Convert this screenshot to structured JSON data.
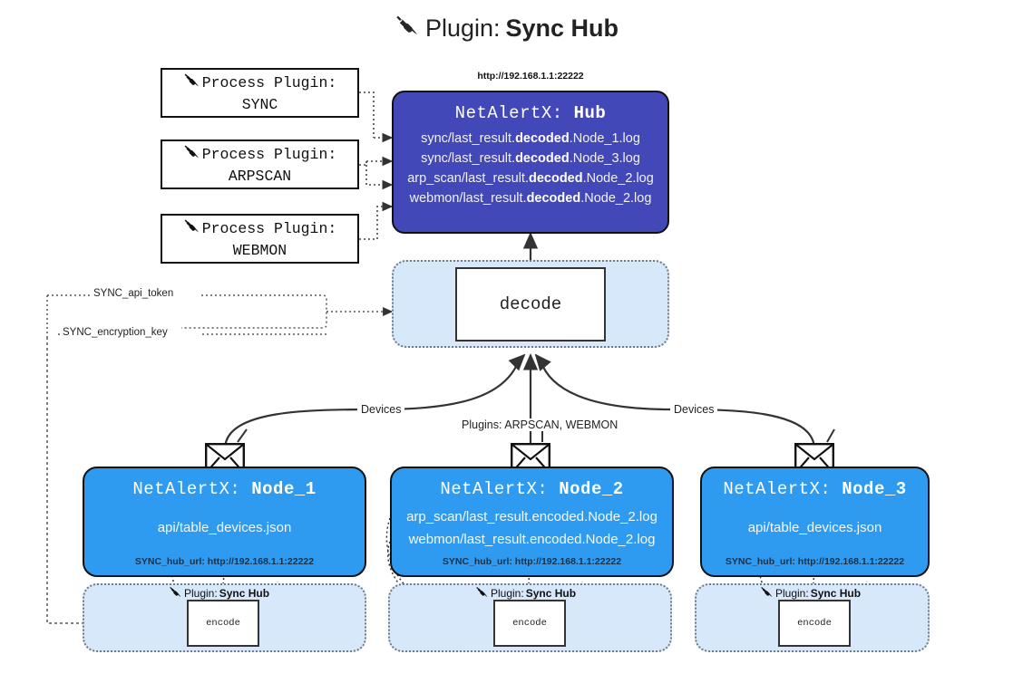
{
  "title": {
    "icon": "plug-icon",
    "prefix": "Plugin:",
    "name": "Sync Hub"
  },
  "process_plugins": [
    {
      "icon": "plug-icon",
      "line1": "Process Plugin:",
      "line2": "SYNC"
    },
    {
      "icon": "plug-icon",
      "line1": "Process Plugin:",
      "line2": "ARPSCAN"
    },
    {
      "icon": "plug-icon",
      "line1": "Process Plugin:",
      "line2": "WEBMON"
    }
  ],
  "hub": {
    "url": "http://192.168.1.1:22222",
    "title_prefix": "NetAlertX:",
    "title_name": "Hub",
    "lines": [
      {
        "pre": "sync/last_result.",
        "em": "decoded",
        "post": ".Node_1.log"
      },
      {
        "pre": "sync/last_result.",
        "em": "decoded",
        "post": ".Node_3.log"
      },
      {
        "pre": "arp_scan/last_result.",
        "em": "decoded",
        "post": ".Node_2.log"
      },
      {
        "pre": "webmon/last_result.",
        "em": "decoded",
        "post": ".Node_2.log"
      }
    ]
  },
  "decode": {
    "label": "decode"
  },
  "settings": {
    "api_token": "SYNC_api_token",
    "encryption_key": "SYNC_encryption_key"
  },
  "connectors": {
    "devices_left": "Devices",
    "devices_right": "Devices",
    "plugins_middle": "Plugins: ARPSCAN, WEBMON"
  },
  "nodes": [
    {
      "icon": "envelope-icon",
      "title_prefix": "NetAlertX:",
      "title_name": "Node_1",
      "lines": [
        "api/table_devices.json"
      ],
      "footer": "SYNC_hub_url: http://192.168.1.1:22222"
    },
    {
      "icon": "envelope-icon",
      "title_prefix": "NetAlertX:",
      "title_name": "Node_2",
      "lines": [
        "arp_scan/last_result.encoded.Node_2.log",
        "webmon/last_result.encoded.Node_2.log"
      ],
      "footer": "SYNC_hub_url: http://192.168.1.1:22222"
    },
    {
      "icon": "envelope-icon",
      "title_prefix": "NetAlertX:",
      "title_name": "Node_3",
      "lines": [
        "api/table_devices.json"
      ],
      "footer": "SYNC_hub_url: http://192.168.1.1:22222"
    }
  ],
  "encoders": [
    {
      "icon": "plug-icon",
      "tag_prefix": "Plugin:",
      "tag_name": "Sync Hub",
      "label": "encode"
    },
    {
      "icon": "plug-icon",
      "tag_prefix": "Plugin:",
      "tag_name": "Sync Hub",
      "label": "encode"
    },
    {
      "icon": "plug-icon",
      "tag_prefix": "Plugin:",
      "tag_name": "Sync Hub",
      "label": "encode"
    }
  ],
  "colors": {
    "hub": "#4248b8",
    "node": "#2f9bf0",
    "container": "#d6e8fa",
    "stroke": "#333333"
  }
}
